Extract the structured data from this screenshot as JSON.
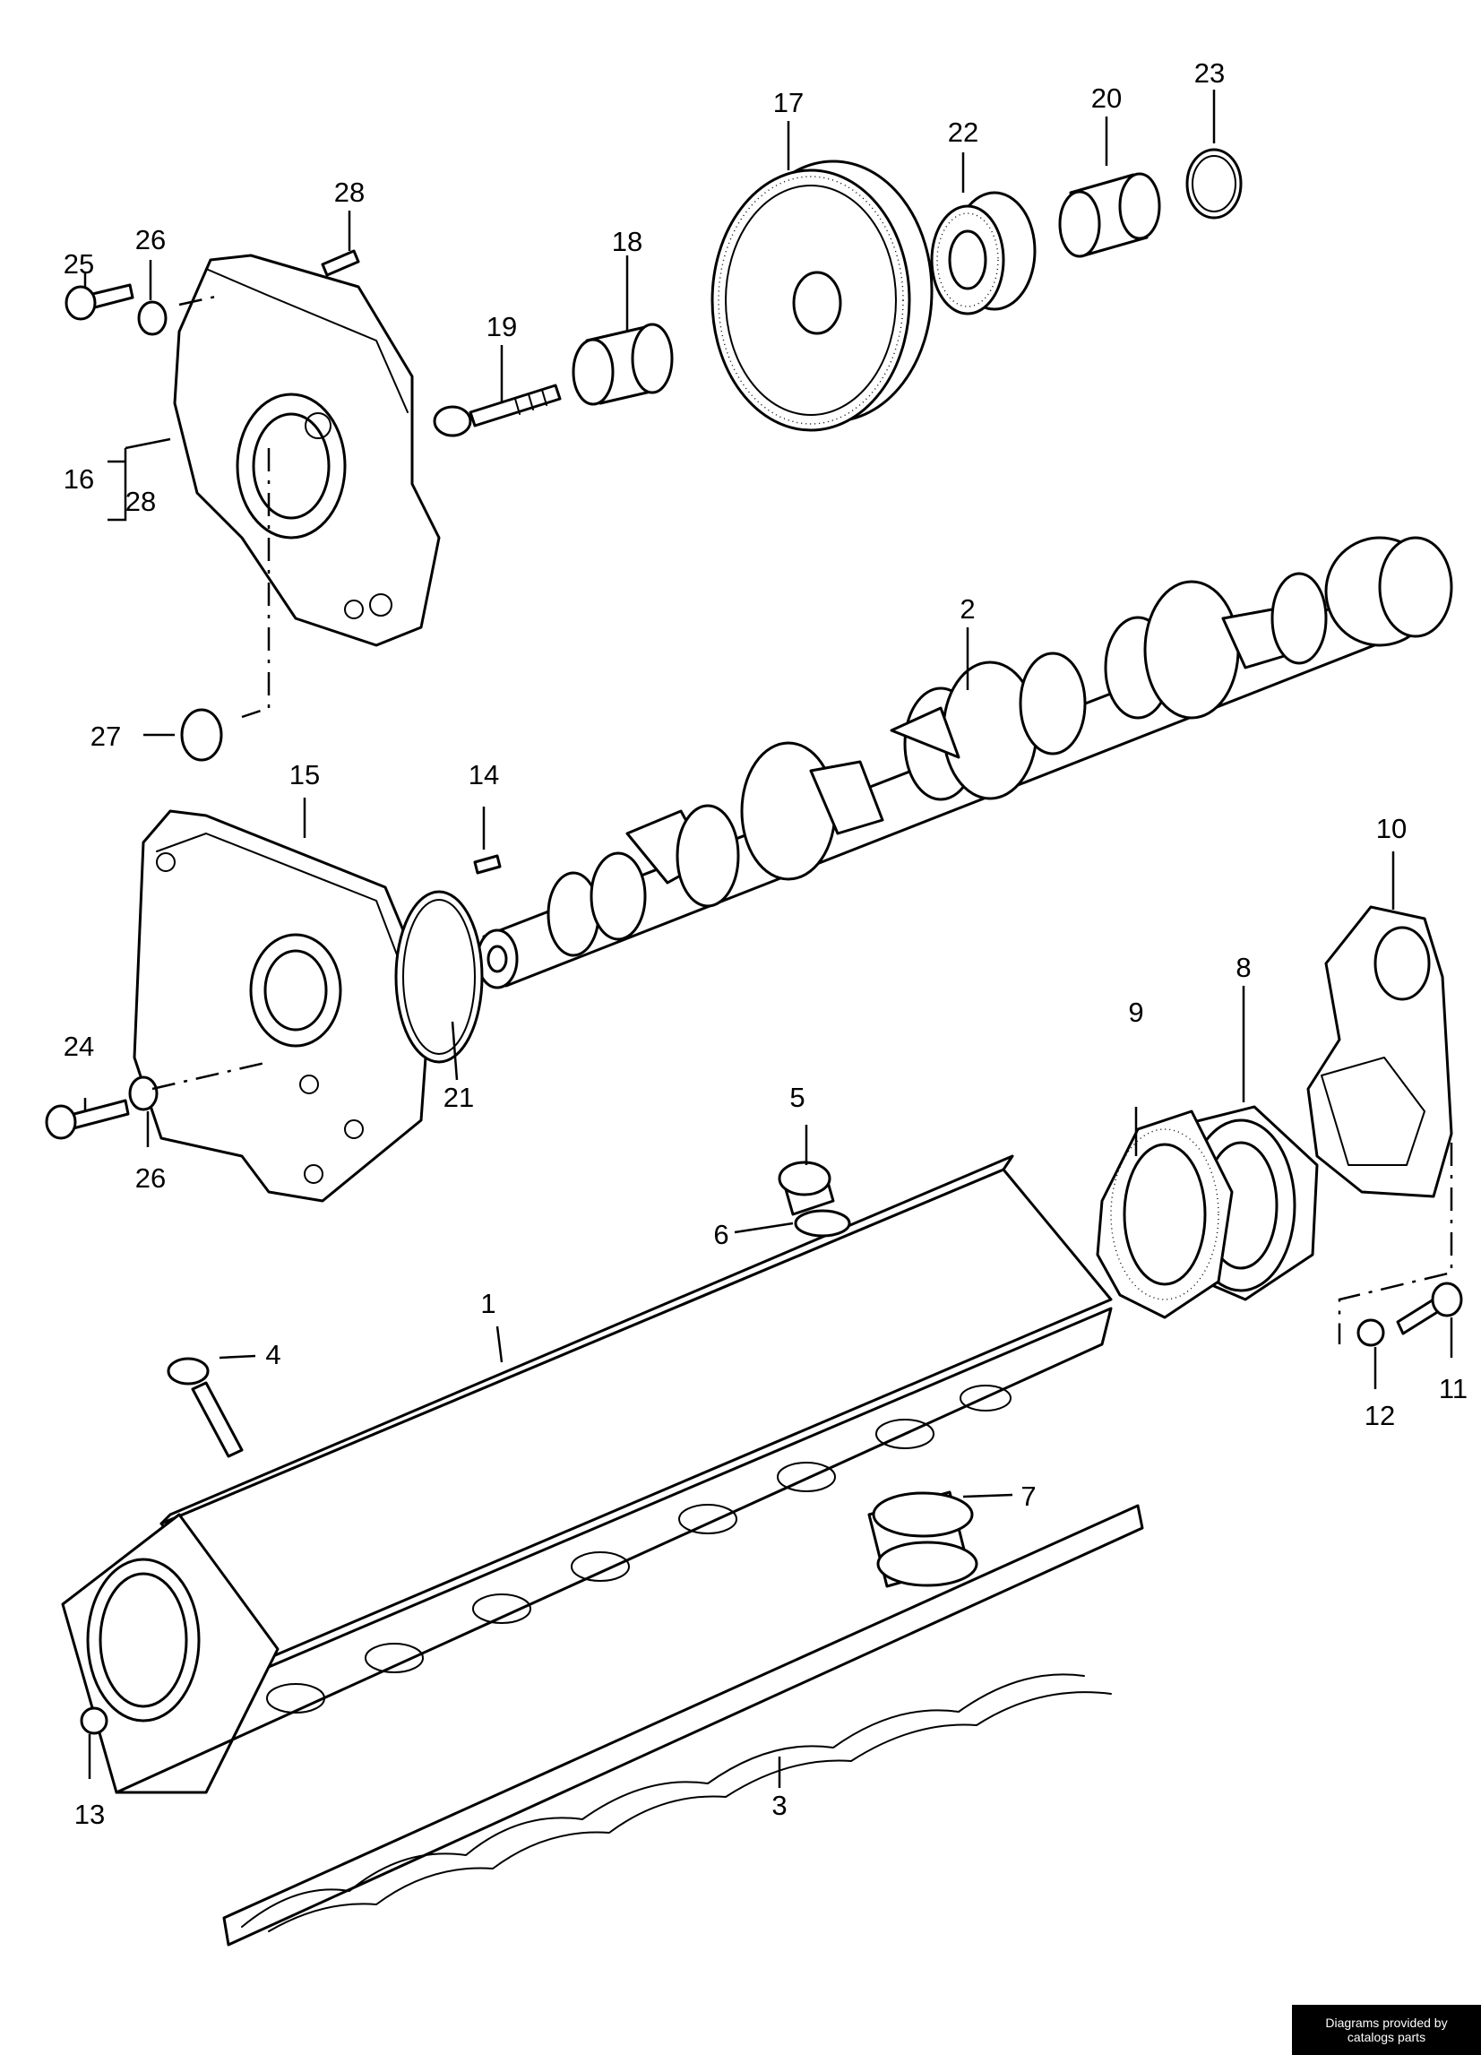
{
  "callouts": {
    "c1": "1",
    "c2": "2",
    "c3": "3",
    "c4": "4",
    "c5": "5",
    "c6": "6",
    "c7": "7",
    "c8": "8",
    "c9": "9",
    "c10": "10",
    "c11": "11",
    "c12": "12",
    "c13": "13",
    "c14": "14",
    "c15": "15",
    "c16": "16",
    "c17": "17",
    "c18": "18",
    "c19": "19",
    "c20": "20",
    "c21": "21",
    "c22": "22",
    "c23": "23",
    "c24": "24",
    "c25": "25",
    "c26a": "26",
    "c26b": "26",
    "c27": "27",
    "c28a": "28",
    "c28b": "28"
  },
  "watermark": "Diagrams provided by catalogs parts"
}
